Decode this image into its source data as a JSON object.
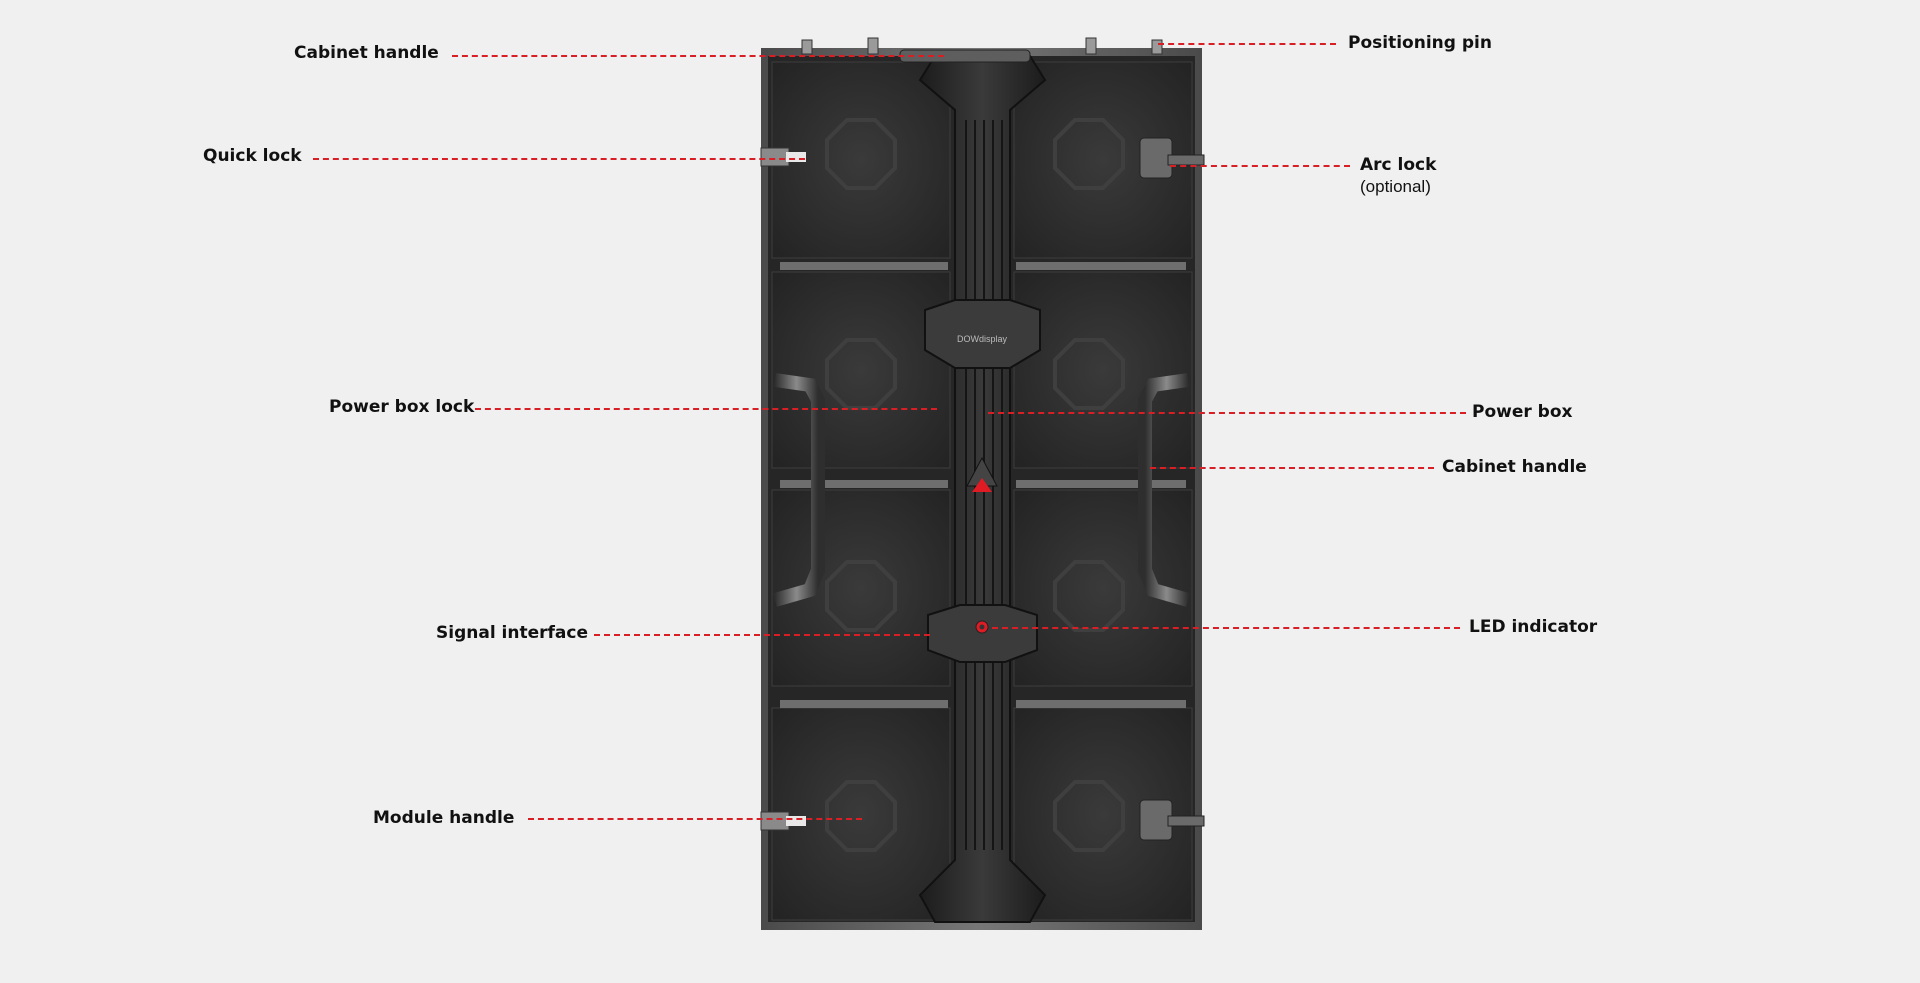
{
  "product": {
    "brand_mark": "DOWdisplay"
  },
  "colors": {
    "background": "#f0f0f0",
    "leader_line": "#d91f26",
    "cabinet_dark": "#2a2a2a",
    "cabinet_frame": "#5a5a5a",
    "accent_red": "#e01b24"
  },
  "callouts": {
    "left": [
      {
        "id": "cabinet-handle-top",
        "label": "Cabinet handle"
      },
      {
        "id": "quick-lock",
        "label": "Quick lock"
      },
      {
        "id": "power-box-lock",
        "label": "Power box lock"
      },
      {
        "id": "signal-interface",
        "label": "Signal interface"
      },
      {
        "id": "module-handle",
        "label": "Module handle"
      }
    ],
    "right": [
      {
        "id": "positioning-pin",
        "label": "Positioning pin"
      },
      {
        "id": "arc-lock",
        "label": "Arc lock",
        "sublabel": "(optional)"
      },
      {
        "id": "power-box",
        "label": "Power box"
      },
      {
        "id": "cabinet-handle-side",
        "label": "Cabinet handle"
      },
      {
        "id": "led-indicator",
        "label": "LED indicator"
      }
    ]
  }
}
